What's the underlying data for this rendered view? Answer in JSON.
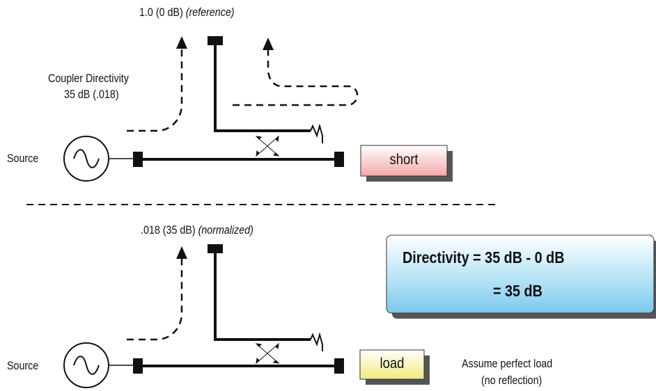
{
  "top": {
    "reference_value": "1.0  (0 dB)",
    "reference_note": "(reference)",
    "directivity_line1": "Coupler Directivity",
    "directivity_line2": "35 dB (.018)",
    "source_label": "Source",
    "termination_label": "short"
  },
  "bottom": {
    "measured_value": ".018 (35 dB)",
    "measured_note": "(normalized)",
    "source_label": "Source",
    "termination_label": "load",
    "assume_line1": "Assume perfect load",
    "assume_line2": "(no reflection)"
  },
  "result": {
    "line1": "Directivity = 35 dB - 0 dB",
    "line2": "= 35 dB"
  },
  "colors": {
    "short_box": "#f6c8c8",
    "load_box": "#f8f4b0",
    "result_box": "#b8e4f6"
  }
}
